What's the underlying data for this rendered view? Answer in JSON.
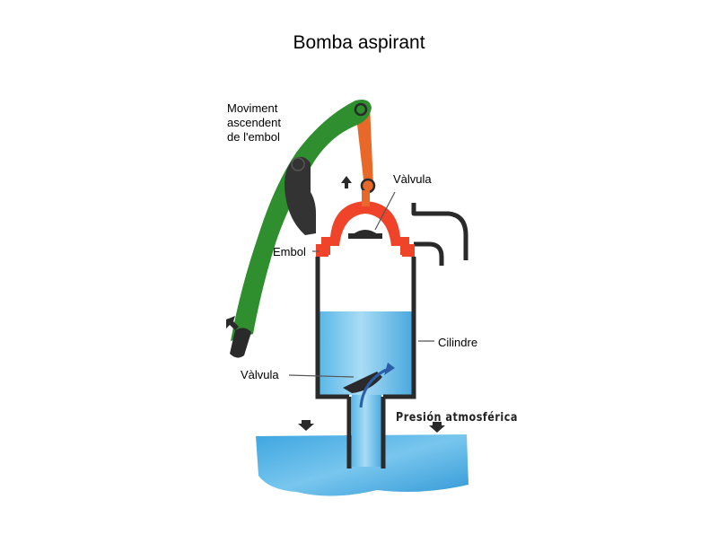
{
  "title": "Bomba aspirant",
  "labels": {
    "moviment": "Moviment",
    "ascendent": "ascendent",
    "de_embol": "de l'embol",
    "valvula_top": "Vàlvula",
    "embol": "Embol",
    "cilindre": "Cilindre",
    "valvula_bottom": "Vàlvula",
    "presion": "Presión atmosférica"
  },
  "colors": {
    "lever": "#2f8f2f",
    "rod": "#e8682a",
    "piston": "#f0442a",
    "metal": "#2a2a2a",
    "water": "#4fb0e4",
    "water_light": "#a8daf4",
    "flow_arrow": "#2a5ea8"
  }
}
